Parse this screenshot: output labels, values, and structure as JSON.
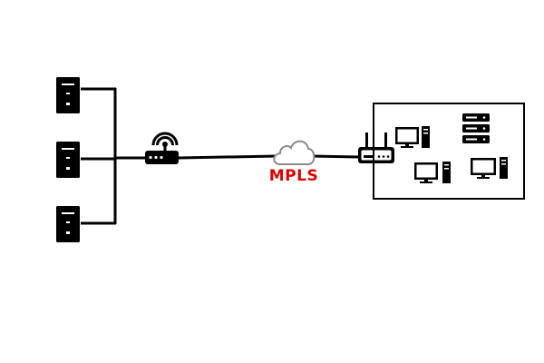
{
  "diagram": {
    "cloud_label": "MPLS",
    "colors": {
      "line": "#000000",
      "device": "#000000",
      "cloud_stroke": "#8a8a8a",
      "label": "#e00000",
      "box_stroke": "#000000"
    },
    "nodes": [
      {
        "id": "server-1",
        "icon": "server-tower-icon"
      },
      {
        "id": "server-2",
        "icon": "server-tower-icon"
      },
      {
        "id": "server-3",
        "icon": "server-tower-icon"
      },
      {
        "id": "wifi-router",
        "icon": "wifi-router-icon"
      },
      {
        "id": "mpls-cloud",
        "icon": "cloud-icon"
      },
      {
        "id": "branch-router",
        "icon": "router-with-antennas-icon"
      },
      {
        "id": "workstation-1",
        "icon": "desktop-computer-icon"
      },
      {
        "id": "workstation-2",
        "icon": "desktop-computer-icon"
      },
      {
        "id": "workstation-3",
        "icon": "desktop-computer-icon"
      },
      {
        "id": "rack-server",
        "icon": "rack-server-icon"
      }
    ]
  }
}
